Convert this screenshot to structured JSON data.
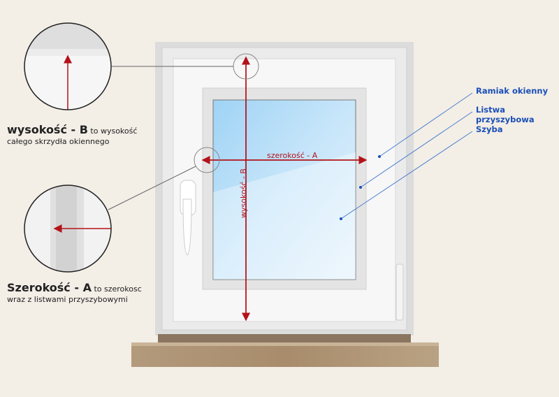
{
  "height_caption": {
    "title": "wysokość - B",
    "rest": "to wysokość",
    "line2": "całego skrzydła okiennego"
  },
  "width_caption": {
    "title": "Szerokość - A",
    "rest": "to szerokosc",
    "line2": "wraz z listwami przyszybowymi"
  },
  "labels": [
    "Ramiak okienny",
    "Listwa przyszybowa",
    "Szyba"
  ],
  "dimension_labels": {
    "width": "szerokość - A",
    "height": "wysokość - B"
  },
  "colors": {
    "arrow": "#b3121a",
    "label": "#1a4fb8",
    "background": "#f3eee6"
  }
}
